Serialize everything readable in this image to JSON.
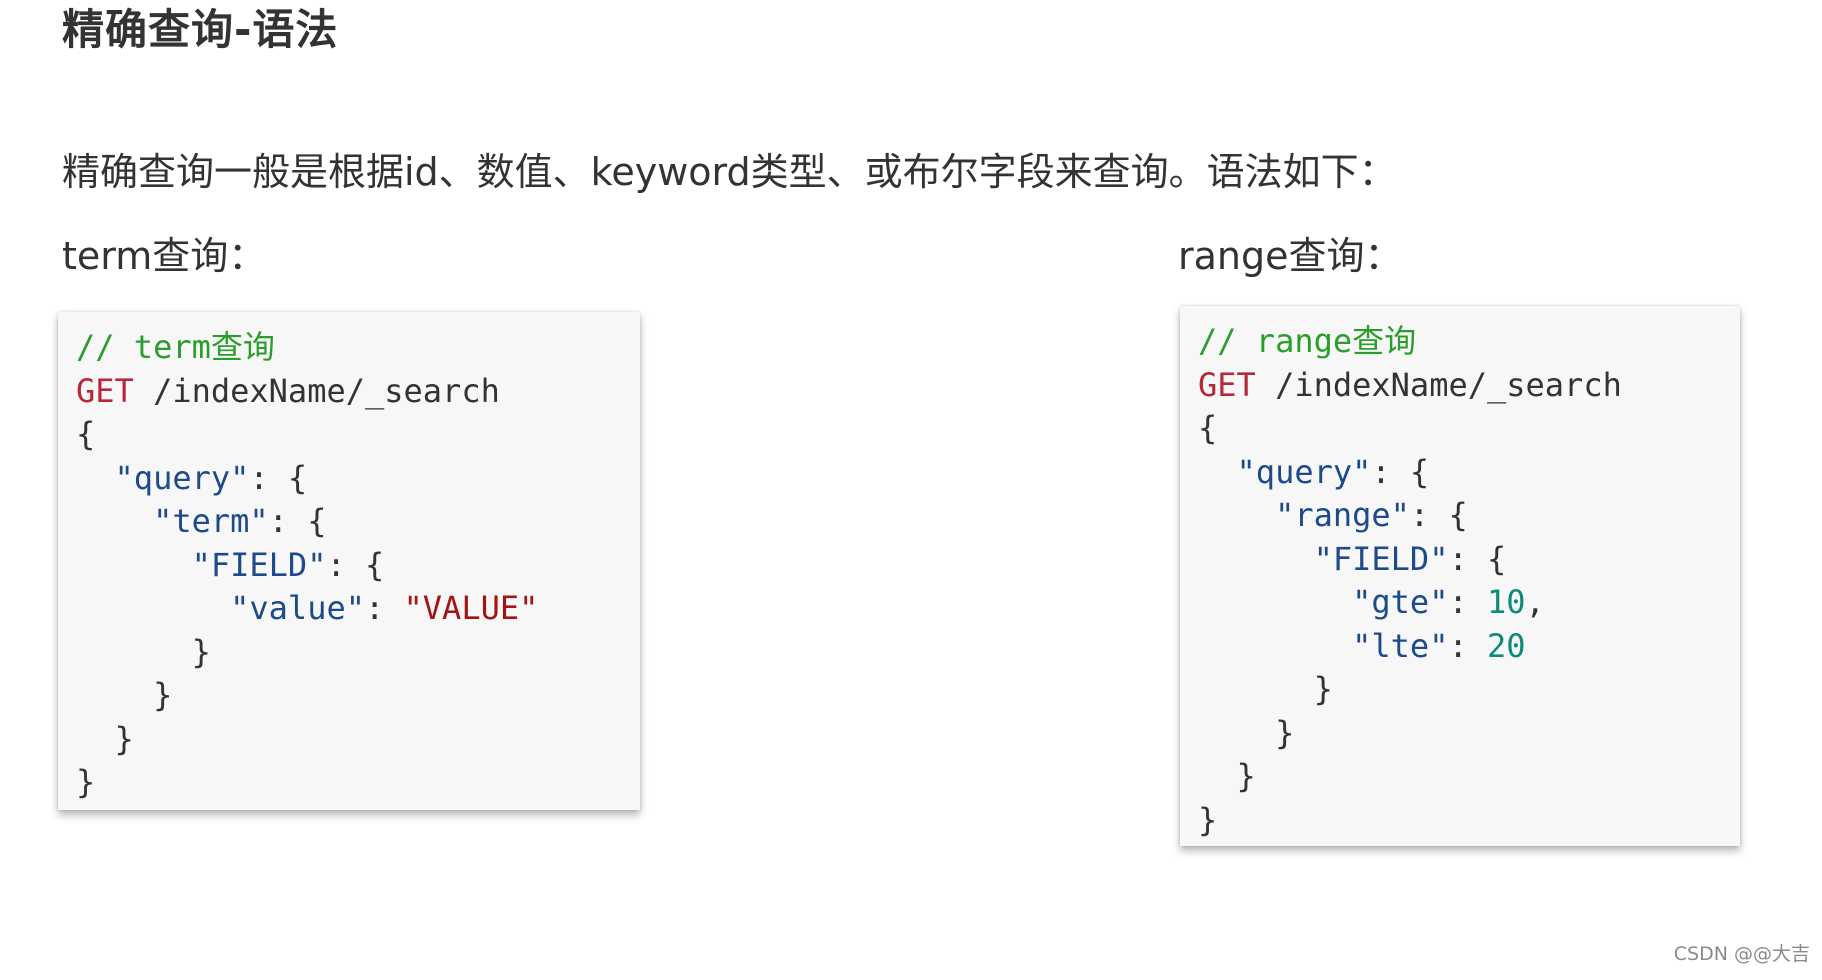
{
  "title": "精确查询-语法",
  "description": "精确查询一般是根据id、数值、keyword类型、或布尔字段来查询。语法如下：",
  "term_section": {
    "label": "term查询：",
    "code": {
      "comment": "// term查询",
      "method": "GET",
      "path": " /indexName/_search",
      "open_brace": "{",
      "query_key": "\"query\"",
      "term_key": "\"term\"",
      "field_key": "\"FIELD\"",
      "value_key": "\"value\"",
      "value_val": "\"VALUE\"",
      "colon_open": ": {",
      "colon": ": ",
      "close_brace": "}"
    }
  },
  "range_section": {
    "label": "range查询：",
    "code": {
      "comment": "// range查询",
      "method": "GET",
      "path": " /indexName/_search",
      "open_brace": "{",
      "query_key": "\"query\"",
      "range_key": "\"range\"",
      "field_key": "\"FIELD\"",
      "gte_key": "\"gte\"",
      "gte_val": "10",
      "lte_key": "\"lte\"",
      "lte_val": "20",
      "colon_open": ": {",
      "colon": ": ",
      "comma": ",",
      "close_brace": "}"
    }
  },
  "watermark": "CSDN @@大吉",
  "colors": {
    "comment": "#2a9d2a",
    "keyword": "#b5283a",
    "key": "#1d4a8a",
    "string": "#a31515",
    "number": "#0e8a7a",
    "code_background": "#f7f7f7"
  }
}
